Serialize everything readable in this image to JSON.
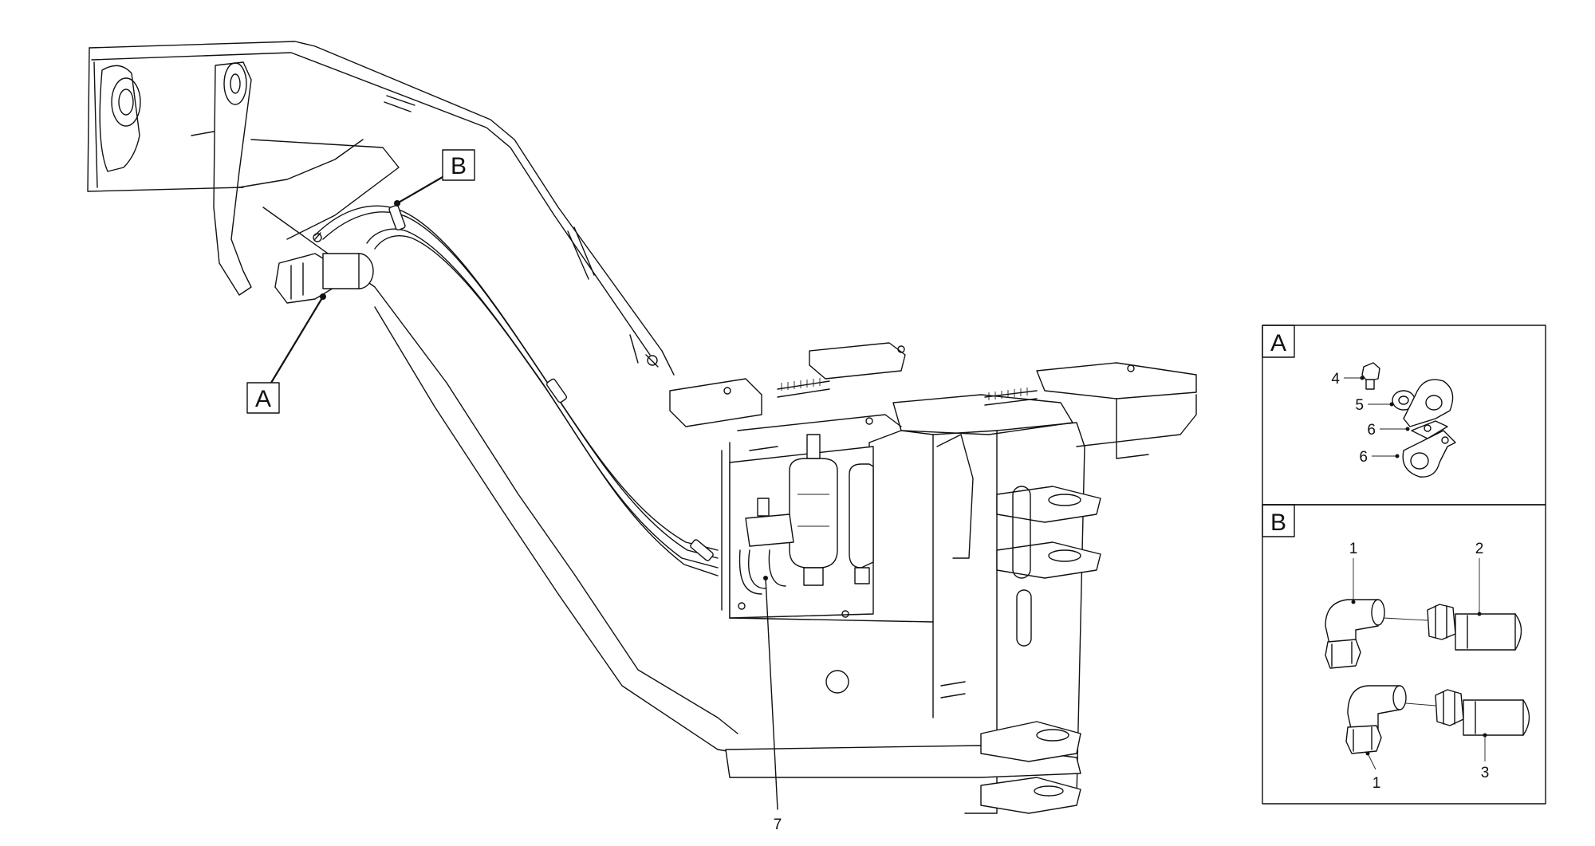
{
  "callouts": {
    "main_a": "A",
    "main_b": "B",
    "part_7": "7"
  },
  "detail_a": {
    "title": "A",
    "labels": [
      "4",
      "5",
      "6",
      "6"
    ]
  },
  "detail_b": {
    "title": "B",
    "labels": [
      "1",
      "2",
      "1",
      "3"
    ]
  }
}
